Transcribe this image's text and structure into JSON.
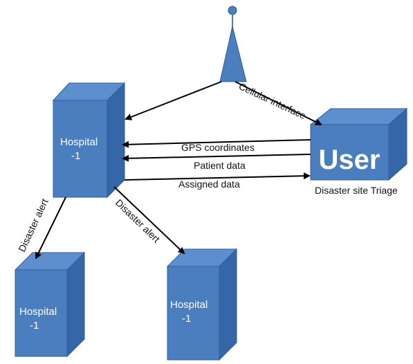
{
  "nodes": {
    "hospital_main": {
      "line1": "Hospital",
      "line2": "-1"
    },
    "hospital_left": {
      "line1": "Hospital",
      "line2": "-1"
    },
    "hospital_mid": {
      "line1": "Hospital",
      "line2": "-1"
    },
    "user": {
      "label": "User",
      "caption": "Disaster site Triage"
    }
  },
  "edges": {
    "cellular": "Cellular interface",
    "gps": "GPS coordinates",
    "patient": "Patient data",
    "assigned": "Assigned data",
    "alert_left": "Disaster alert",
    "alert_mid": "Disaster alert"
  },
  "colors": {
    "front": "#4a7ebf",
    "top": "#5d8fcf",
    "side": "#3567a8",
    "stroke": "#2f5d97",
    "arrow": "#000000"
  }
}
